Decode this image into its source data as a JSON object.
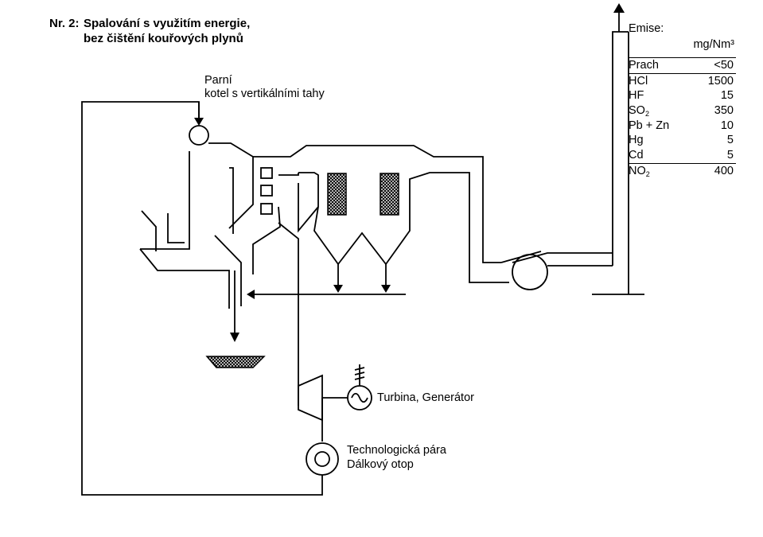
{
  "title": {
    "number": "Nr. 2:",
    "line1": "Spalování s využitím energie,",
    "line2": "bez čištění kouřových plynů"
  },
  "labels": {
    "boiler_l1": "Parní",
    "boiler_l2": "kotel s vertikálními tahy",
    "turbine": "Turbina, Generátor",
    "steam_l1": "Technologická pára",
    "steam_l2": "Dálkový otop"
  },
  "emissions": {
    "title": "Emise:",
    "unit": "mg/Nm³",
    "rows": [
      {
        "name": "Prach",
        "sub": "",
        "value": "<50"
      },
      {
        "name": "HCl",
        "sub": "",
        "value": "1500"
      },
      {
        "name": "HF",
        "sub": "",
        "value": "15"
      },
      {
        "name": "SO",
        "sub": "2",
        "value": "350"
      },
      {
        "name": "Pb + Zn",
        "sub": "",
        "value": "10"
      },
      {
        "name": "Hg",
        "sub": "",
        "value": "5"
      },
      {
        "name": "Cd",
        "sub": "",
        "value": "5"
      },
      {
        "name": "NO",
        "sub": "2",
        "value": "400"
      }
    ]
  }
}
